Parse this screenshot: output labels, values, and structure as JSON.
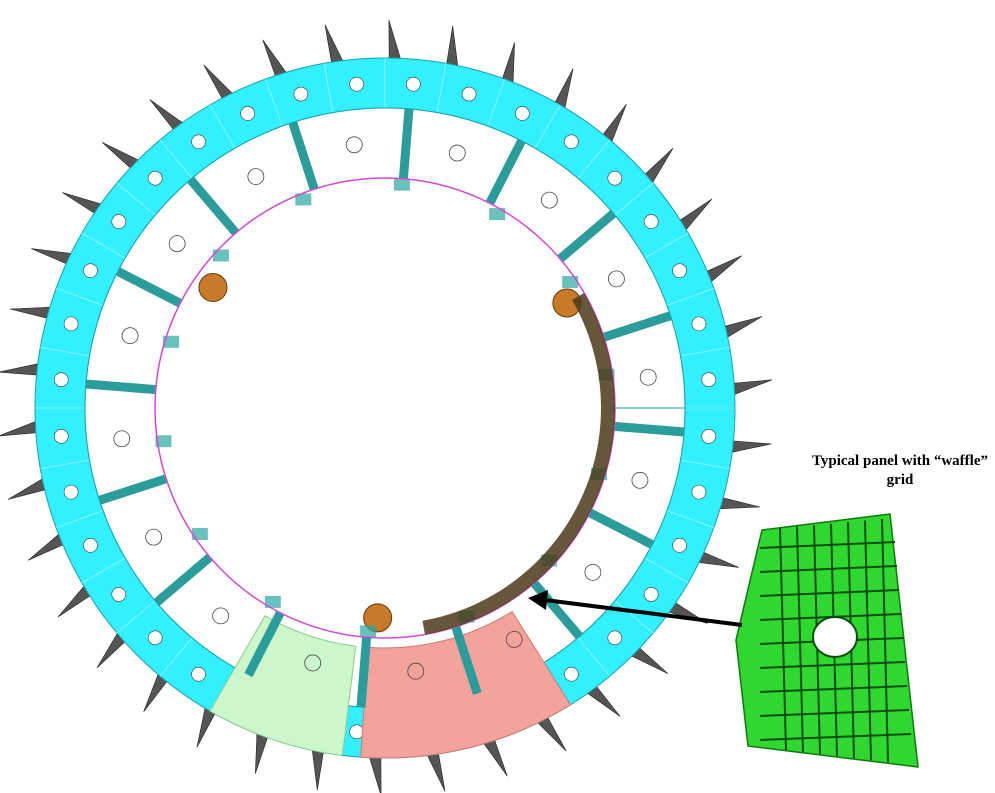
{
  "caption": {
    "line1": "Typical panel with “waffle”",
    "line2": "grid"
  },
  "colors": {
    "outer_ring": "#33f0ff",
    "inner_ring": "#ffffff",
    "radial_rib": "#2a9c9a",
    "panel_highlight_green": "#ccf7cc",
    "panel_highlight_red": "#f4a29c",
    "spike": "#555555",
    "port_orange": "#c77a2a",
    "waffle_panel": "#2fd82f",
    "waffle_grid": "#0a4d0a",
    "arrow": "#000000"
  },
  "diagram": {
    "outer_ring_segments": 36,
    "inner_ring_segments": 16,
    "spike_count": 38,
    "highlighted_panels": [
      "green",
      "red"
    ]
  }
}
